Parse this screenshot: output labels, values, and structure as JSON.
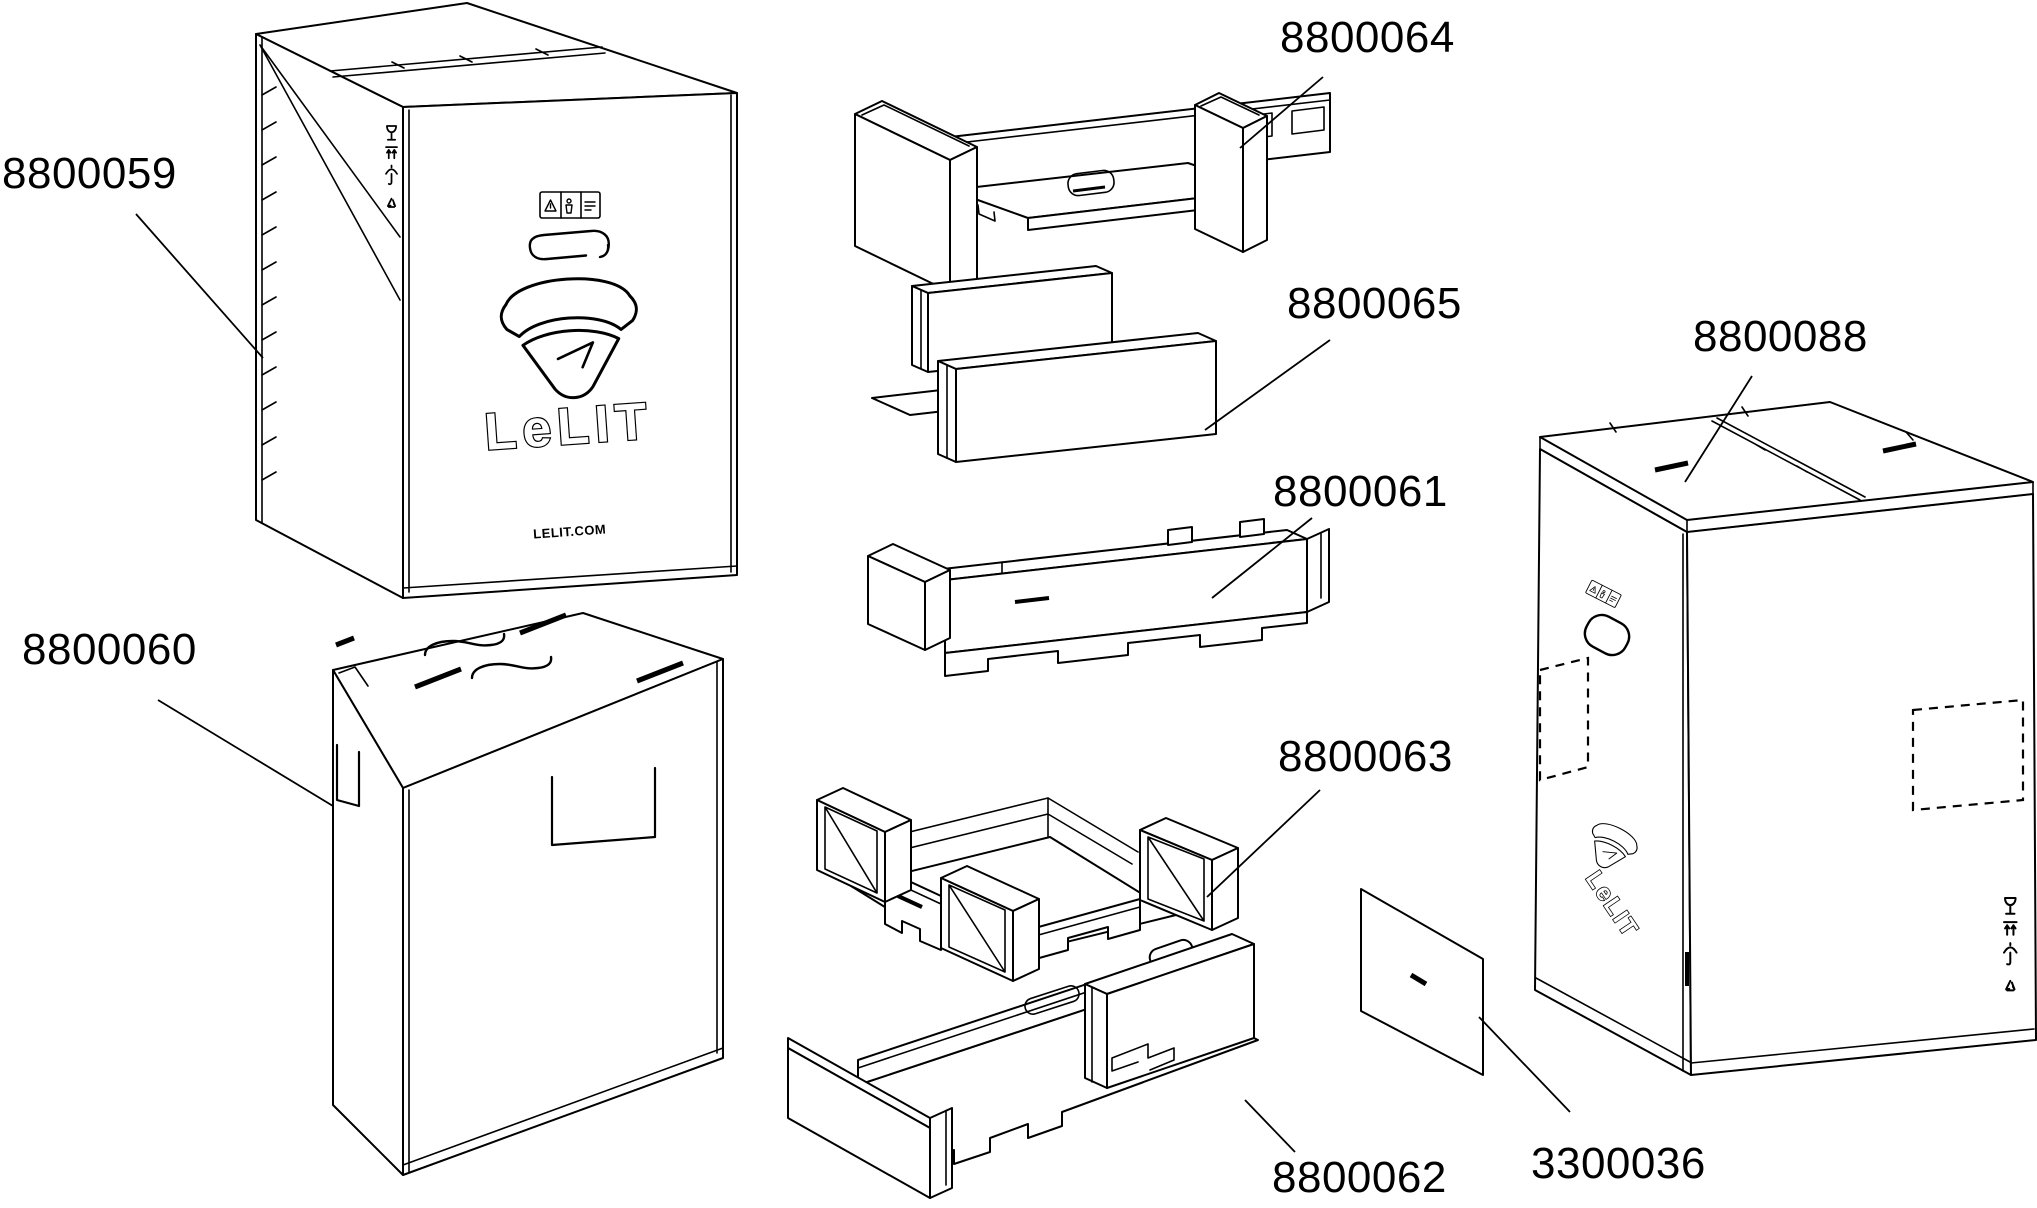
{
  "diagram": {
    "branding": {
      "wordmark": "LeLIT",
      "website": "LELIT.COM"
    },
    "part_labels": {
      "outer_box": "8800059",
      "inner_box": "8800060",
      "top_tray": "8800064",
      "side_panels": "8800065",
      "middle_tray": "8800061",
      "corner_frame": "8800063",
      "bottom_tray": "8800062",
      "accessory_box": "8800088",
      "sheet": "3300036"
    },
    "icons": [
      "fragile-icon",
      "this-side-up-icon",
      "keep-dry-icon",
      "recycle-icon",
      "warning-icon"
    ],
    "colors": {
      "line": "#000000",
      "background": "#ffffff"
    }
  }
}
